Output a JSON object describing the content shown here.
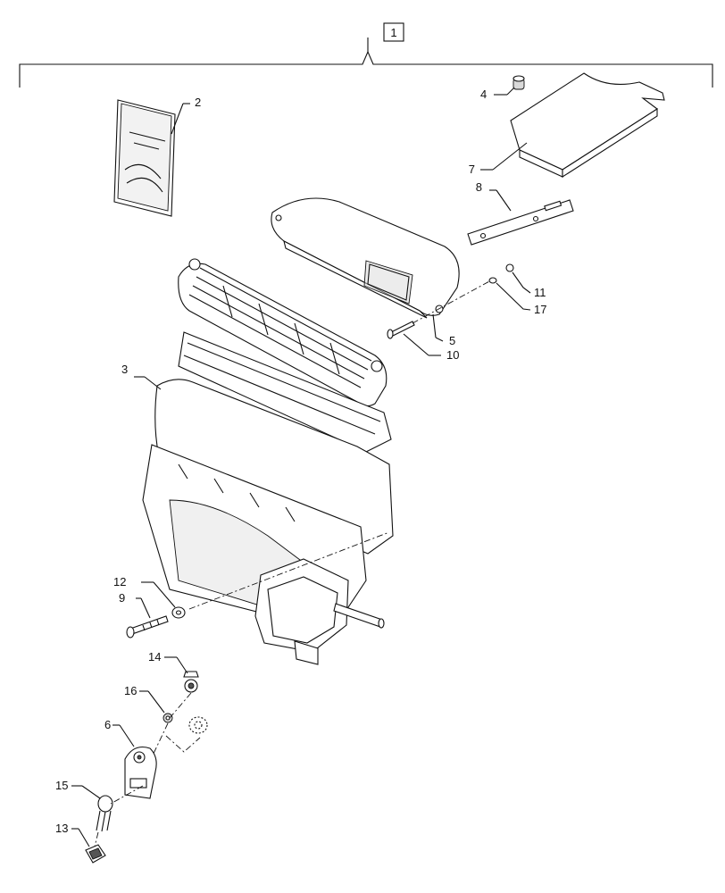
{
  "diagram": {
    "group_label": "1",
    "callouts": {
      "c2": "2",
      "c3": "3",
      "c4": "4",
      "c5": "5",
      "c6": "6",
      "c7": "7",
      "c8": "8",
      "c9": "9",
      "c10": "10",
      "c11": "11",
      "c12": "12",
      "c13": "13",
      "c14": "14",
      "c15": "15",
      "c16": "16",
      "c17": "17"
    }
  }
}
